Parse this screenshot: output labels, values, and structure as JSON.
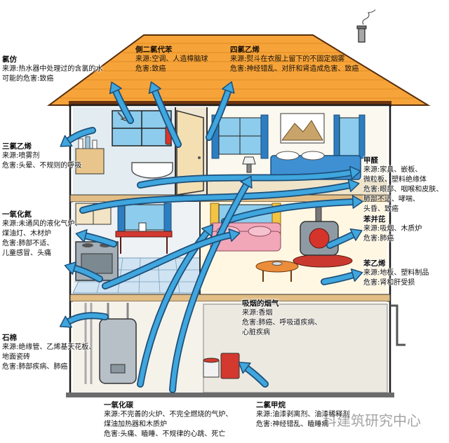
{
  "labels": [
    {
      "title": "氯仿",
      "lines": [
        "来源:热水器中处理过的含氯的水",
        "可能的危害:致癌"
      ]
    },
    {
      "title": "三氯乙烯",
      "lines": [
        "来源:喷雾剂",
        "危害:头晕、不规则的呼吸"
      ]
    },
    {
      "title": "一氧化氮",
      "lines": [
        "来源:未通风的液化气炉、",
        "煤油灯、木材炉",
        "危害:肺部不适、",
        "儿童感冒、头痛"
      ]
    },
    {
      "title": "石棉",
      "lines": [
        "来源:绝缘管、乙烯基天花板、",
        "地面瓷砖",
        "危害:肺部疾病、肺癌"
      ]
    },
    {
      "title": "側二氯代苯",
      "lines": [
        "来源:空调、人造樟脑球",
        "危害:致癌"
      ]
    },
    {
      "title": "四氯乙烯",
      "lines": [
        "来源:熨斗在衣服上留下的不固定烟雾",
        "危害:神经错乱、对肝和肾造成危害、致癌"
      ]
    },
    {
      "title": "甲醛",
      "lines": [
        "来源:家具、嵌板、",
        "微粒板、塑料绝缘体",
        "危害:眼部、咽喉和皮肤、",
        "肺部不适、哮喘、",
        "头昏、致癌"
      ]
    },
    {
      "title": "苯并芘",
      "lines": [
        "来源:吸烟、木质炉",
        "危害:肺癌"
      ]
    },
    {
      "title": "苯乙烯",
      "lines": [
        "来源:地板、塑料制品",
        "危害:肾和肝受损"
      ]
    },
    {
      "title": "吸烟的烟气",
      "lines": [
        "来源:香烟",
        "危害:肺癌、呼吸道疾病、",
        "心脏疾病"
      ]
    },
    {
      "title": "一氧化碳",
      "lines": [
        "来源:不完善的火炉、不完全燃烧的气炉、",
        "煤油加热器和木质炉",
        "危害:头痛、瞌睡、不规律的心跳、死亡"
      ]
    },
    {
      "title": "二氯甲烷",
      "lines": [
        "来源:油漆剥离剂、油漆稀释剂",
        "危害:神经错乱、瞌睡病"
      ]
    }
  ],
  "watermark": "科建筑研究中心",
  "colors": {
    "roof": "#F6A43A",
    "arrow": "#3FA6DE",
    "arrow_outline": "#1D4E78",
    "window_glass": "#8DCCEC",
    "curtain_blue": "#2D7EC1",
    "curtain_yellow": "#F3C443",
    "bed": "#3E90D2",
    "sofa": "#F2A7B9",
    "flame": "#D5342B"
  }
}
